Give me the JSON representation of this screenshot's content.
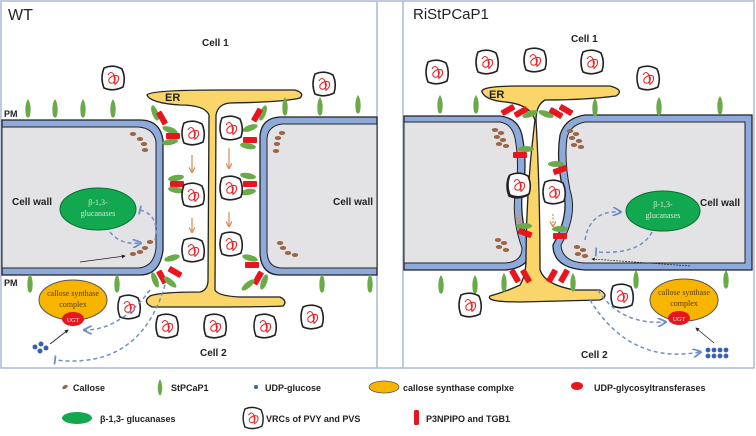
{
  "panels": [
    {
      "id": "wt",
      "title": "WT",
      "cell1_label": "Cell 1",
      "cell2_label": "Cell 2",
      "er_label": "ER",
      "pm_label_top": "PM",
      "pm_label_bottom": "PM",
      "cell_wall_left": "Cell wall",
      "cell_wall_right": "Cell wall",
      "glucanase_label_line1": "β-1,3-",
      "glucanase_label_line2": "glucanases",
      "synthase_label_line1": "callose  synthase",
      "synthase_label_line2": "complex",
      "ugt_label": "UGT"
    },
    {
      "id": "ristpcap1",
      "title": "RiStPCaP1",
      "cell1_label": "Cell 1",
      "cell2_label": "Cell 2",
      "er_label": "ER",
      "cell_wall_right": "Cell wall",
      "glucanase_label_line1": "β-1,3-",
      "glucanase_label_line2": "glucanases",
      "synthase_label_line1": "callose  synthase",
      "synthase_label_line2": "complex",
      "ugt_label": "UGT"
    }
  ],
  "legend": [
    {
      "icon": "callose-icon",
      "label": "Callose"
    },
    {
      "icon": "stpcap1-icon",
      "label": "StPCaP1"
    },
    {
      "icon": "udp-glucose-icon",
      "label": "UDP-glucose"
    },
    {
      "icon": "callose-synthase-icon",
      "label": "callose  synthase complxe"
    },
    {
      "icon": "udp-glycosyltransferase-icon",
      "label": "UDP-glycosyltransferases"
    },
    {
      "icon": "glucanase-icon",
      "label": "β-1,3- glucanases"
    },
    {
      "icon": "vrc-icon",
      "label": "VRCs of PVY and PVS"
    },
    {
      "icon": "p3npipo-tgb1-icon",
      "label": "P3NPIPO and TGB1"
    }
  ],
  "colors": {
    "cell_wall_fill": "#e3e3e5",
    "wall_blue": "#8eaadb",
    "er_yellow": "#f9d56a",
    "leaf_green": "#6aaa48",
    "red_protein": "#e8141e",
    "glucanase_green": "#12a84f",
    "synthase_orange": "#f7b500",
    "callose_brown": "#9a6647",
    "udp_blue": "#3a5fb0",
    "dash_blue": "#6f8fc8",
    "frame": "#a9b9d4"
  }
}
